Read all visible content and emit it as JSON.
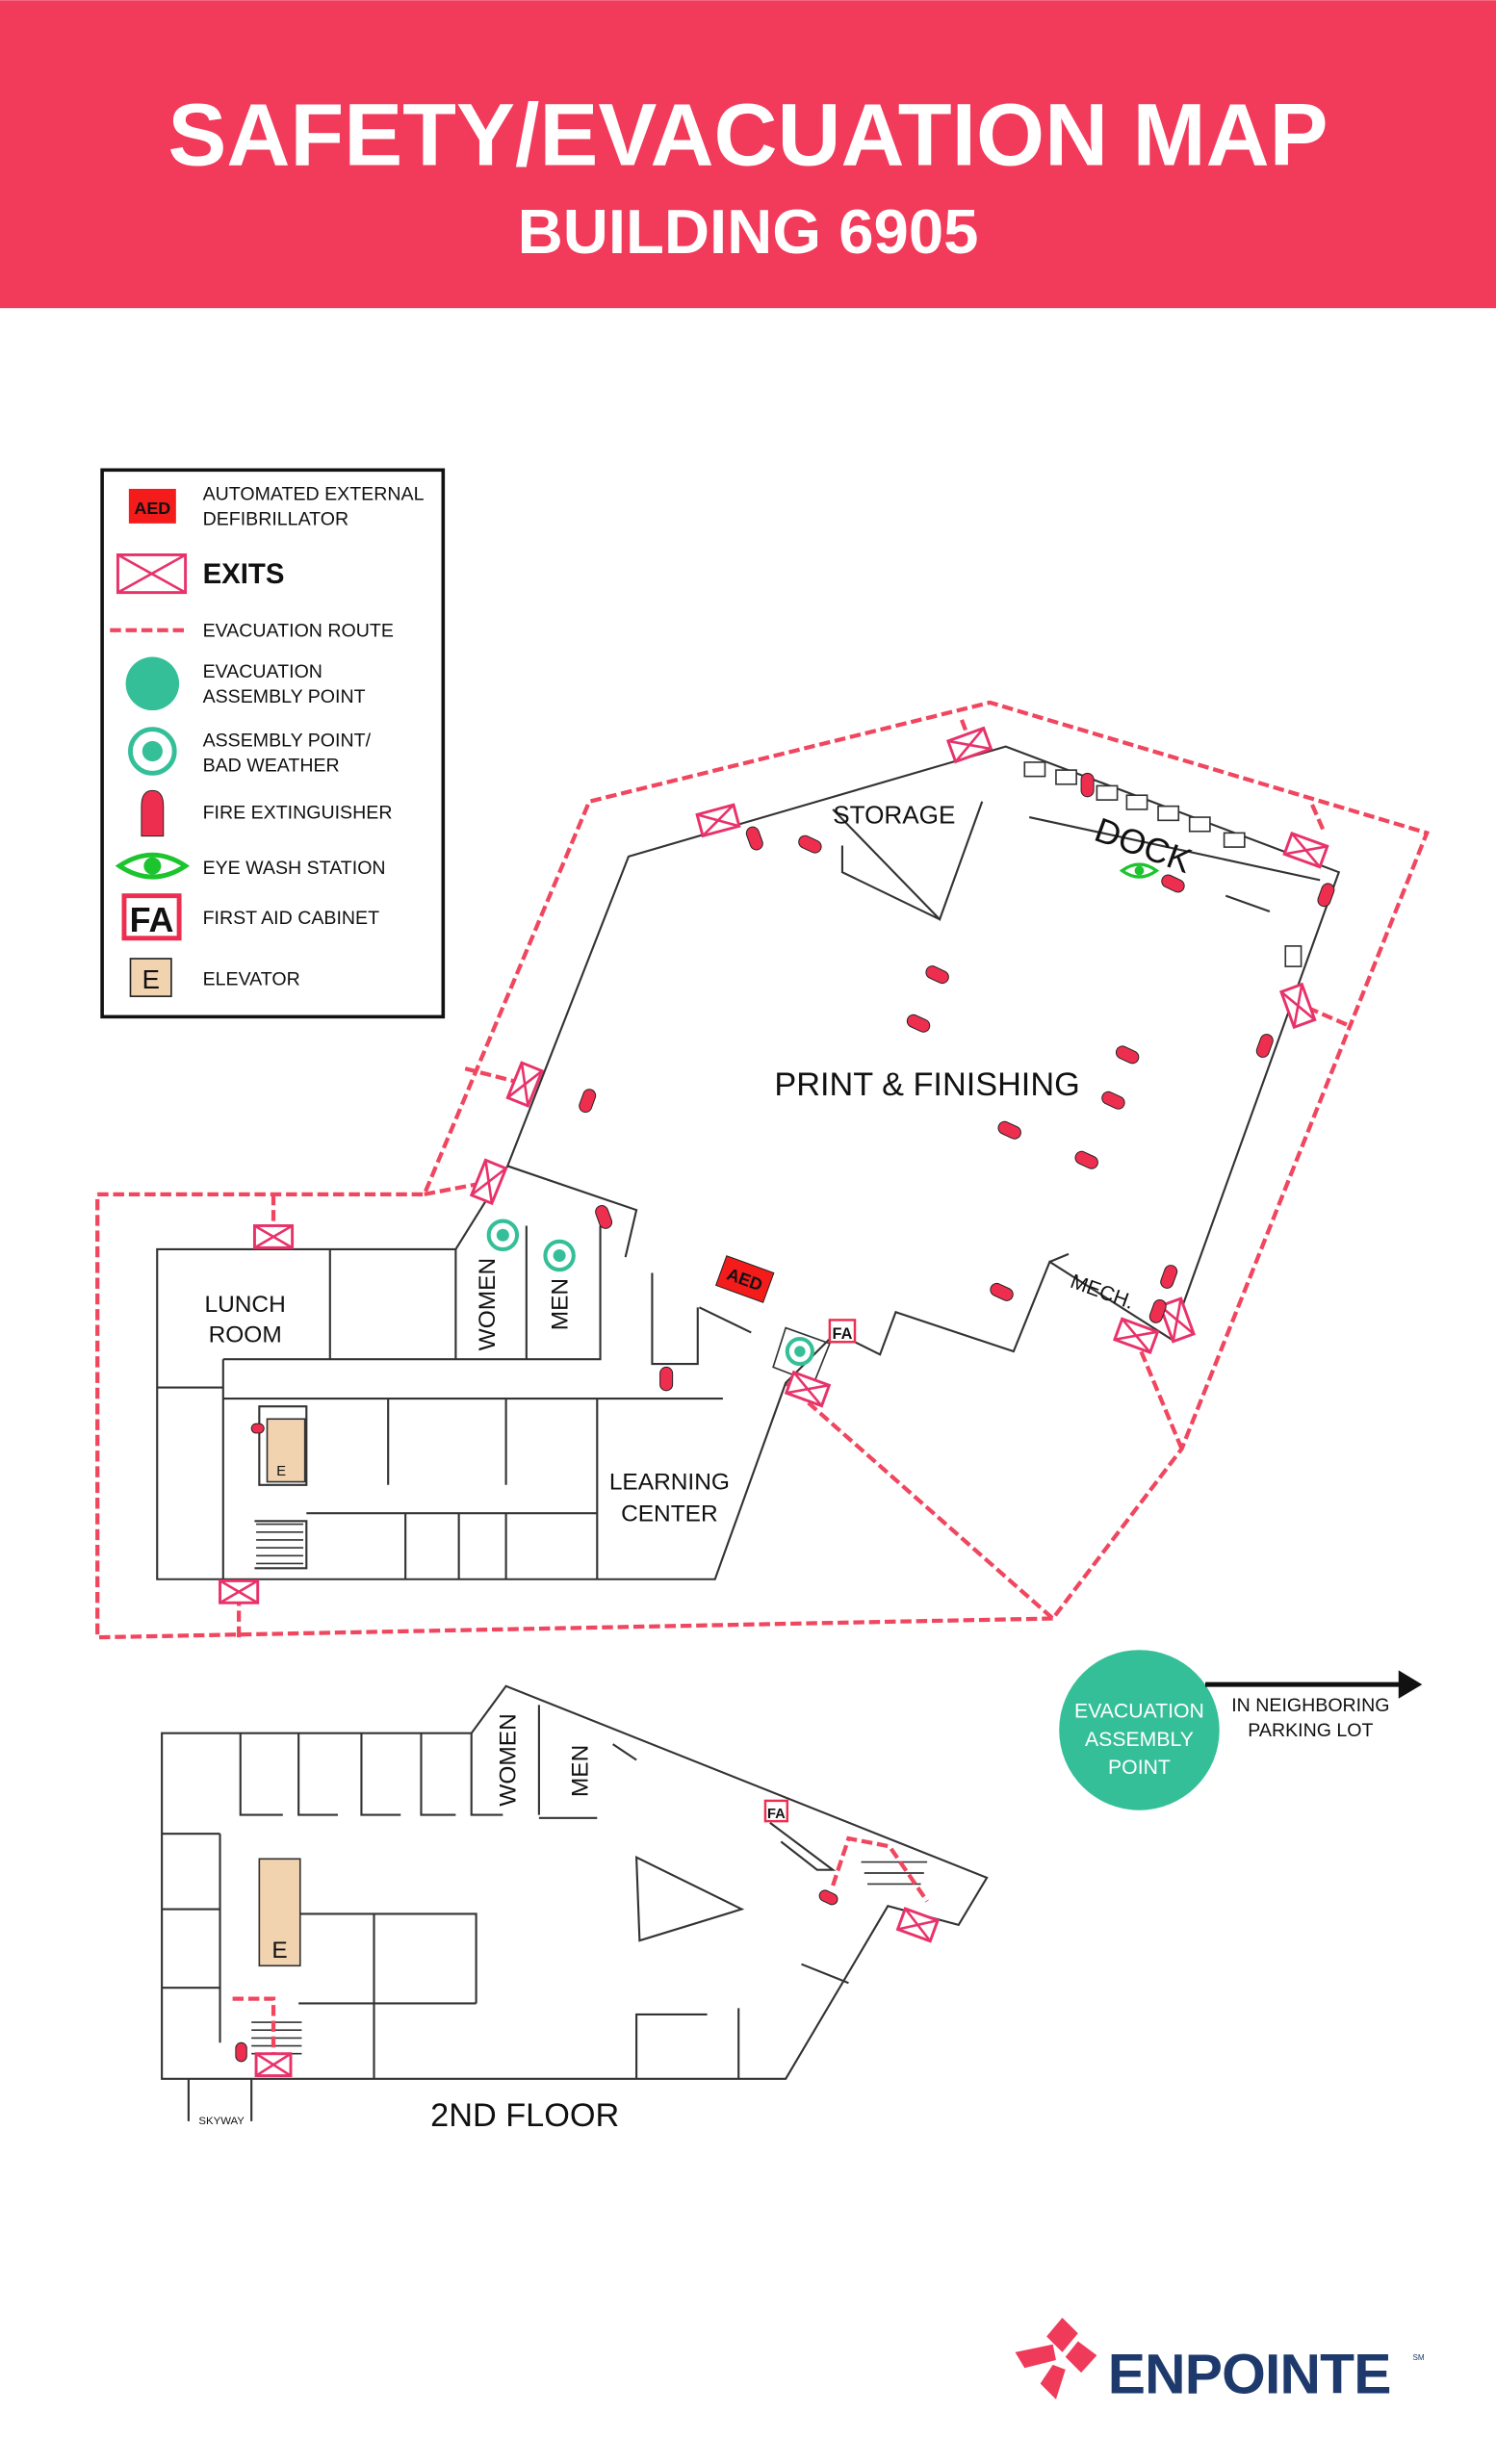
{
  "header": {
    "title": "SAFETY/EVACUATION MAP",
    "subtitle": "BUILDING 6905"
  },
  "legend": {
    "aed_icon_text": "AED",
    "aed_line1": "AUTOMATED EXTERNAL",
    "aed_line2": "DEFIBRILLATOR",
    "exits": "EXITS",
    "route": "EVACUATION ROUTE",
    "assembly_line1": "EVACUATION",
    "assembly_line2": "ASSEMBLY POINT",
    "bad_weather_line1": "ASSEMBLY POINT/",
    "bad_weather_line2": "BAD WEATHER",
    "extinguisher": "FIRE EXTINGUISHER",
    "eyewash": "EYE WASH STATION",
    "first_aid_icon_text": "FA",
    "first_aid": "FIRST AID CABINET",
    "elevator_icon_text": "E",
    "elevator": "ELEVATOR"
  },
  "ground_floor": {
    "storage": "STORAGE",
    "dock": "DOCK",
    "print": "PRINT & FINISHING",
    "mech": "MECH.",
    "women": "WOMEN",
    "men": "MEN",
    "lunch1": "LUNCH",
    "lunch2": "ROOM",
    "learning1": "LEARNING",
    "learning2": "CENTER",
    "aed": "AED",
    "fa": "FA",
    "elevator": "E"
  },
  "second_floor": {
    "label": "2ND FLOOR",
    "women": "WOMEN",
    "men": "MEN",
    "elevator": "E",
    "fa": "FA",
    "skyway": "SKYWAY"
  },
  "assembly": {
    "line1": "EVACUATION",
    "line2": "ASSEMBLY",
    "line3": "POINT",
    "note1": "IN NEIGHBORING",
    "note2": "PARKING LOT"
  },
  "logo": {
    "text": "ENPOINTE",
    "mark": "SM"
  },
  "colors": {
    "header": "#f23a5b",
    "teal": "#35bf98",
    "navy": "#1e3a6d",
    "red": "#ee2e4f"
  }
}
